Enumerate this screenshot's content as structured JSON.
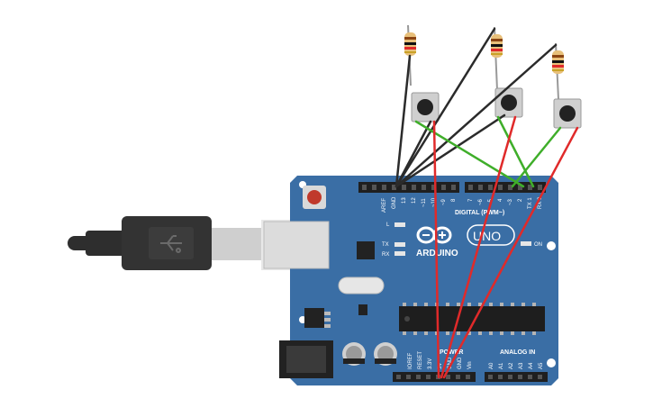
{
  "board": {
    "logo_text": "ARDUINO",
    "model_text": "UNO",
    "digital_label": "DIGITAL (PWM~)",
    "power_label": "POWER",
    "analog_label": "ANALOG IN",
    "aref": "AREF",
    "gnd_top": "GND",
    "pin_13": "13",
    "pin_12": "12",
    "pin_11": "~11",
    "pin_10": "~10",
    "pin_9": "~9",
    "pin_8": "8",
    "pin_7": "7",
    "pin_6": "~6",
    "pin_5": "~5",
    "pin_4": "4",
    "pin_3": "~3",
    "pin_2": "2",
    "pin_1": "TX 1",
    "pin_0": "RX 0",
    "led_l": "L",
    "led_tx": "TX",
    "led_rx": "RX",
    "led_on": "ON",
    "ioref": "IOREF",
    "reset": "RESET",
    "v33": "3.3V",
    "v5": "5V",
    "gnd1": "GND",
    "gnd2": "GND",
    "vin": "Vin",
    "a0": "A0",
    "a1": "A1",
    "a2": "A2",
    "a3": "A3",
    "a4": "A4",
    "a5": "A5"
  },
  "colors": {
    "board": "#3a6ea5",
    "board_dark": "#2d5a8a",
    "header": "#1f1f1f",
    "wire_black": "#2b2b2b",
    "wire_red": "#e02a2a",
    "wire_green": "#3fae2a",
    "resistor_body": "#e8c07a",
    "usb_plug": "#2e2e2e"
  },
  "components": {
    "resistor_count": "3",
    "button_count": "3"
  }
}
